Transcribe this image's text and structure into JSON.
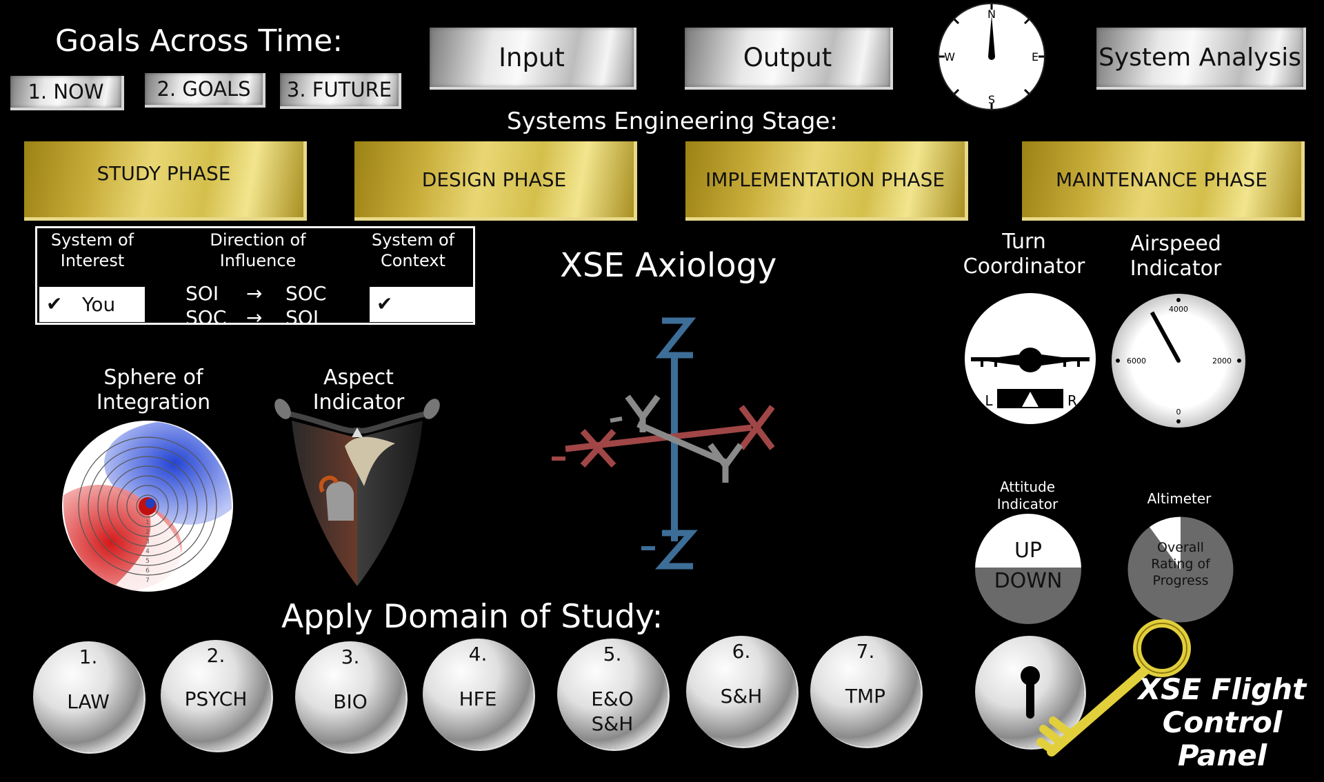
{
  "goals": {
    "title": "Goals Across Time:",
    "items": [
      "1. NOW",
      "2. GOALS",
      "3. FUTURE"
    ]
  },
  "top_buttons": {
    "input": "Input",
    "output": "Output",
    "system_analysis": "System Analysis"
  },
  "compass": {
    "n": "N",
    "e": "E",
    "s": "S",
    "w": "W"
  },
  "stage": {
    "title": "Systems Engineering Stage:",
    "phases": [
      "STUDY PHASE",
      "DESIGN PHASE",
      "IMPLEMENTATION PHASE",
      "MAINTENANCE PHASE"
    ]
  },
  "influence_panel": {
    "soi_header": "System of\nInterest",
    "direction_header": "Direction of\nInfluence",
    "soc_header": "System of\nContext",
    "soi_value": "You",
    "soc_value": "",
    "row1": [
      "SOI",
      "→",
      "SOC"
    ],
    "row2": [
      "SOC",
      "→",
      "SOI"
    ]
  },
  "axiology": {
    "title": "XSE Axiology",
    "axis_labels": {
      "z_pos": "Z",
      "z_neg": "-Z",
      "x_pos": "X",
      "x_neg": "-X",
      "y_pos": "Y",
      "y_neg": "-Y"
    }
  },
  "sphere": {
    "title": "Sphere of\nIntegration",
    "rings": [
      "1",
      "2",
      "3",
      "4",
      "5",
      "6",
      "7"
    ]
  },
  "aspect": {
    "title": "Aspect\nIndicator"
  },
  "turn_coordinator": {
    "title": "Turn\nCoordinator",
    "left": "L",
    "right": "R"
  },
  "airspeed": {
    "title": "Airspeed\nIndicator",
    "ticks": [
      "4000",
      "2000",
      "0",
      "6000"
    ],
    "needle_fraction": 0.92
  },
  "attitude": {
    "title": "Attitude\nIndicator",
    "up": "UP",
    "down": "DOWN"
  },
  "altimeter": {
    "title": "Altimeter",
    "label": "Overall\nRating of\nProgress",
    "progress_fraction": 0.1
  },
  "domain": {
    "title": "Apply Domain of Study:",
    "items": [
      {
        "num": "1.",
        "label": "LAW"
      },
      {
        "num": "2.",
        "label": "PSYCH"
      },
      {
        "num": "3.",
        "label": "BIO"
      },
      {
        "num": "4.",
        "label": "HFE"
      },
      {
        "num": "5.",
        "label": "E&O\nS&H"
      },
      {
        "num": "6.",
        "label": "S&H"
      },
      {
        "num": "7.",
        "label": "TMP"
      }
    ]
  },
  "brand": {
    "title": "XSE Flight\nControl\nPanel"
  },
  "colors": {
    "gold": "#d4bf4c",
    "key_gold": "#e2cf3c",
    "axis_x": "#a04646",
    "axis_z": "#3d6e98",
    "axis_y": "#8a8a8a"
  }
}
